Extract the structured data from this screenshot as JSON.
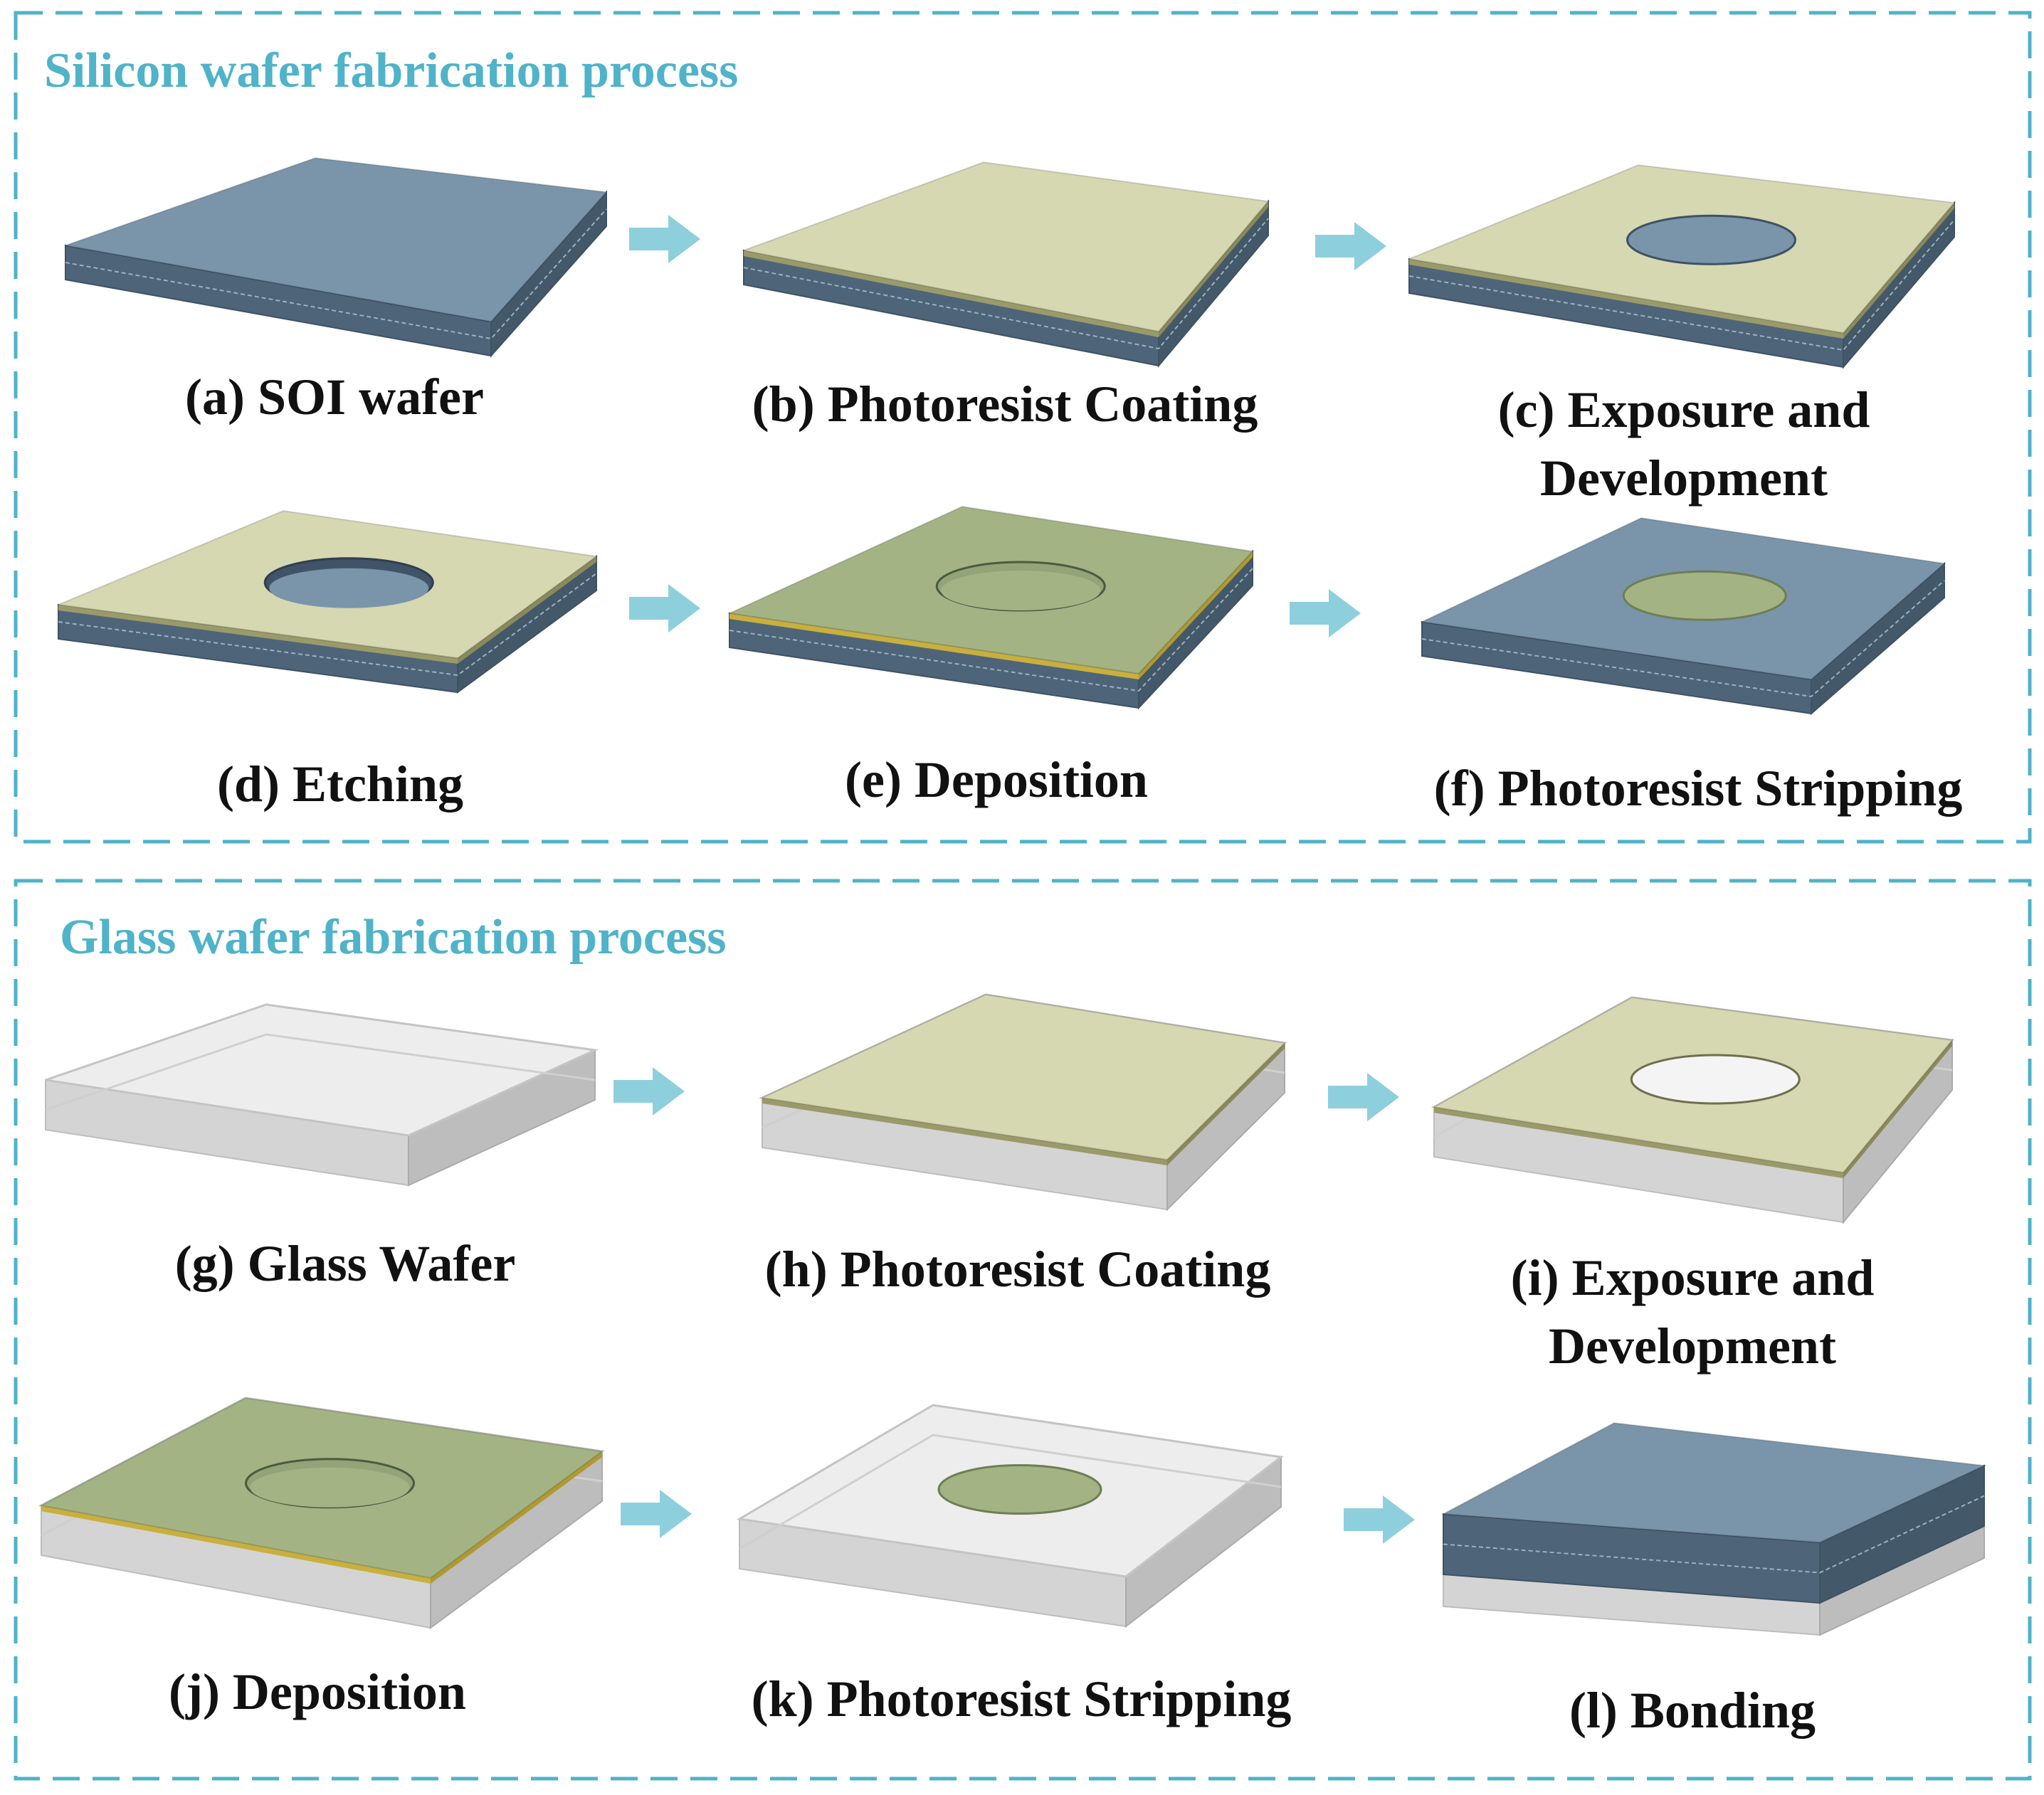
{
  "colors": {
    "border": "#4fb3c9",
    "title": "#4fb3c9",
    "arrow": "#8ecfdd",
    "silicon_top": "#7a95aa",
    "silicon_side": "#4e6478",
    "silicon_mid": "#5a7389",
    "photoresist_top": "#d6d8b2",
    "metal_top": "#a3b384",
    "metal_edge": "#c8b040",
    "glass_top": "#ededed",
    "glass_side": "#c9c9c9",
    "label": "#111111"
  },
  "sections": [
    {
      "title": "Silicon wafer fabrication process",
      "steps": [
        {
          "label": [
            "(a) SOI wafer"
          ],
          "wafer": "soi"
        },
        {
          "label": [
            "(b) Photoresist Coating"
          ],
          "wafer": "soi-resist"
        },
        {
          "label": [
            "(c) Exposure and",
            "Development"
          ],
          "wafer": "soi-resist-hole"
        },
        {
          "label": [
            "(d) Etching"
          ],
          "wafer": "soi-resist-etched"
        },
        {
          "label": [
            "(e) Deposition"
          ],
          "wafer": "soi-metal"
        },
        {
          "label": [
            "(f) Photoresist Stripping"
          ],
          "wafer": "soi-metal-pad"
        }
      ]
    },
    {
      "title": "Glass wafer fabrication process",
      "steps": [
        {
          "label": [
            "(g) Glass Wafer"
          ],
          "wafer": "glass"
        },
        {
          "label": [
            "(h) Photoresist Coating"
          ],
          "wafer": "glass-resist"
        },
        {
          "label": [
            "(i) Exposure and",
            "Development"
          ],
          "wafer": "glass-resist-hole"
        },
        {
          "label": [
            "(j) Deposition"
          ],
          "wafer": "glass-metal"
        },
        {
          "label": [
            "(k) Photoresist Stripping"
          ],
          "wafer": "glass-metal-pad"
        },
        {
          "label": [
            "(l) Bonding"
          ],
          "wafer": "bonded"
        }
      ]
    }
  ]
}
